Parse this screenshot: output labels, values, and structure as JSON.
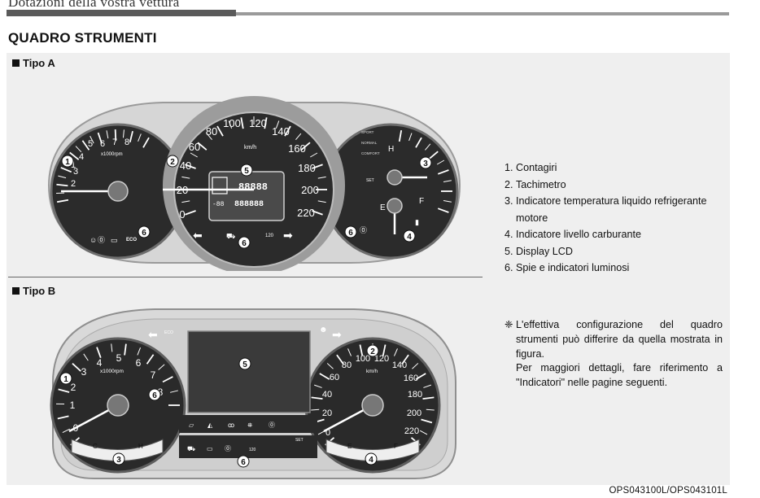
{
  "header": {
    "title": "Dotazioni della vostra vettura"
  },
  "section_title": "QUADRO STRUMENTI",
  "type_a": {
    "label": "Tipo A",
    "tacho_numbers": [
      "1",
      "2",
      "3",
      "4",
      "5",
      "6",
      "7",
      "8"
    ],
    "tacho_unit": "x1000rpm",
    "speed_numbers": [
      "0",
      "20",
      "40",
      "60",
      "80",
      "100",
      "120",
      "140",
      "160",
      "180",
      "200",
      "220"
    ],
    "speed_unit": "km/h",
    "temp_hot": "H",
    "fuel_empty": "E",
    "fuel_full": "F",
    "mode_labels": [
      "SPORT",
      "NORMAL",
      "COMFORT"
    ],
    "set_label": "SET",
    "eco_label": "ECO",
    "lcd_main": "88888",
    "lcd_trip": "888888",
    "lcd_outside": "-88",
    "speed_limit": "120"
  },
  "type_b": {
    "label": "Tipo B",
    "tacho_numbers": [
      "0",
      "1",
      "2",
      "3",
      "4",
      "5",
      "6",
      "7",
      "8"
    ],
    "tacho_unit": "x1000rpm",
    "speed_numbers": [
      "0",
      "20",
      "40",
      "60",
      "80",
      "100",
      "120",
      "140",
      "160",
      "180",
      "200",
      "220"
    ],
    "speed_unit": "km/h",
    "temp_cold": "C",
    "temp_hot": "H",
    "fuel_empty": "E",
    "fuel_full": "F",
    "eco_label": "ECO",
    "set_label": "SET",
    "speed_limit": "120"
  },
  "callouts": [
    "1",
    "2",
    "3",
    "4",
    "5",
    "6"
  ],
  "legend": [
    {
      "num": "1.",
      "text": "Contagiri"
    },
    {
      "num": "2.",
      "text": "Tachimetro"
    },
    {
      "num": "3.",
      "text": "Indicatore temperatura liquido refrigerante motore"
    },
    {
      "num": "4.",
      "text": "Indicatore livello carburante"
    },
    {
      "num": "5.",
      "text": "Display LCD"
    },
    {
      "num": "6.",
      "text": "Spie e indicatori luminosi"
    }
  ],
  "note": {
    "symbol": "❈",
    "text": "L'effettiva configurazione del quadro strumenti può differire da quella mostrata in figura.",
    "text2": "Per maggiori dettagli, fare riferimento a \"Indicatori\" nelle pagine seguenti."
  },
  "footer_code": "OPS043100L/OPS043101L"
}
